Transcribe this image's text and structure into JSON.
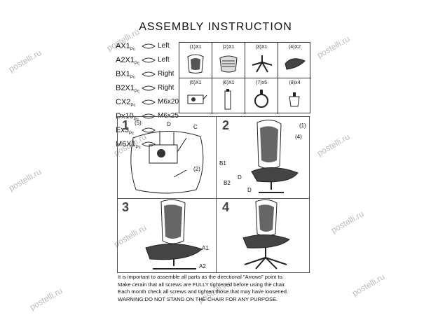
{
  "title": "ASSEMBLY  INSTRUCTION",
  "parts": [
    {
      "code": "A",
      "qty": "X1",
      "unit": "Pc",
      "desc": "Left"
    },
    {
      "code": "A2",
      "qty": "X1",
      "unit": "Pc",
      "desc": "Left"
    },
    {
      "code": "B",
      "qty": "X1",
      "unit": "Pc",
      "desc": "Right"
    },
    {
      "code": "B2",
      "qty": "X1",
      "unit": "Pc",
      "desc": "Right"
    },
    {
      "code": "CX",
      "qty": "2",
      "unit": "Pc",
      "desc": "M6x20"
    },
    {
      "code": "Dx",
      "qty": "10",
      "unit": "Pc",
      "desc": "M6x25"
    },
    {
      "code": "Ex",
      "qty": "3",
      "unit": "Pc",
      "desc": ""
    },
    {
      "code": "M6",
      "qty": "X1",
      "unit": "Pc",
      "desc": ""
    }
  ],
  "components": [
    "(1)X1",
    "(2)X1",
    "(3)X1",
    "(4)X2",
    "(5)X1",
    "(6)X1",
    "(7)x5",
    "(8)x4"
  ],
  "steps": [
    {
      "num": "1",
      "labels": [
        "(5)",
        "D",
        "C",
        "(2)"
      ]
    },
    {
      "num": "2",
      "labels": [
        "(1)",
        "(4)",
        "B1",
        "B2",
        "D",
        "D"
      ]
    },
    {
      "num": "3",
      "labels": [
        "A1",
        "A2"
      ]
    },
    {
      "num": "4",
      "labels": []
    }
  ],
  "notes": [
    "It is important to assemble all parts as the directional “Arrows” point to.",
    "Make cerain that all screws are FULLY  tightened before using the chair.",
    "Each month check all screws and tighten those that may have loosened.",
    "WARNING:DO NOT STAND ON THE CHAIR FOR ANY PURPOSE."
  ],
  "watermark": "postelli.ru"
}
